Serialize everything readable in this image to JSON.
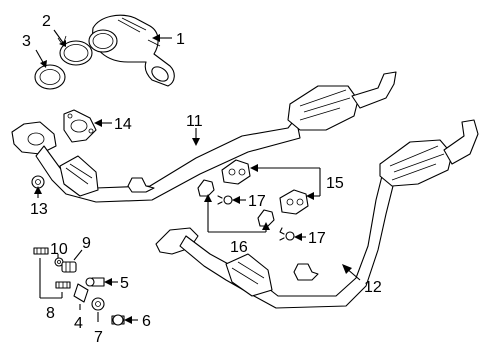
{
  "callouts": {
    "c1": "1",
    "c2": "2",
    "c3": "3",
    "c4": "4",
    "c5": "5",
    "c6": "6",
    "c7": "7",
    "c8": "8",
    "c9": "9",
    "c10": "10",
    "c11": "11",
    "c12": "12",
    "c13": "13",
    "c14": "14",
    "c15": "15",
    "c16": "16",
    "c17a": "17",
    "c17b": "17"
  },
  "colors": {
    "line": "#000000",
    "background": "#ffffff"
  }
}
